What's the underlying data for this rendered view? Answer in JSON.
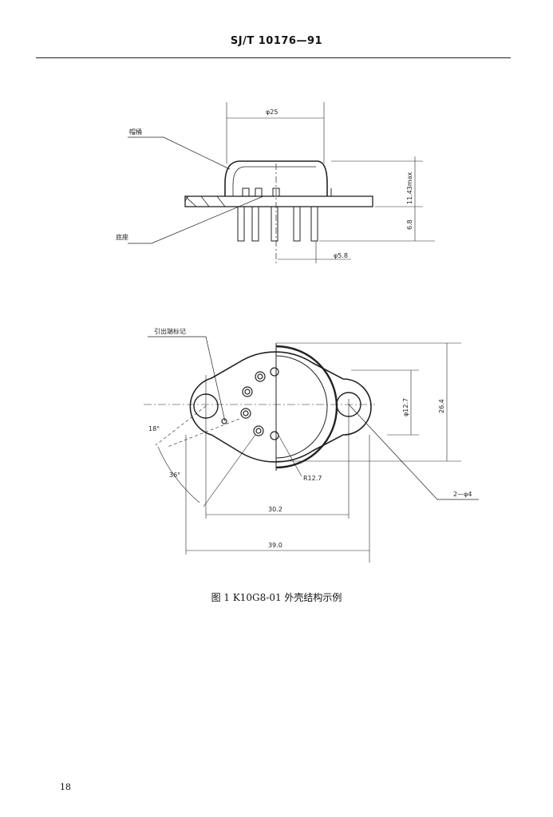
{
  "header": {
    "standard_code": "SJ/T 10176—91"
  },
  "figure": {
    "side_view": {
      "label_cap": "帽桶",
      "label_base": "底座",
      "dim_cap_diameter": "φ25",
      "dim_cap_height": "11.43max",
      "dim_pin_length": "6.8",
      "dim_pin_circle": "φ5.8"
    },
    "top_view": {
      "label_pin_marker": "引出端标记",
      "angle_1": "18°",
      "angle_2": "36°",
      "dim_radius": "R12.7",
      "dim_pin_span": "φ12.7",
      "dim_height": "26.4",
      "dim_holes": "2—φ4",
      "dim_hole_spacing": "30.2",
      "dim_overall_width": "39.0"
    },
    "caption": "图 1 K10G8-01 外壳结构示例"
  },
  "page": {
    "number": "18"
  }
}
